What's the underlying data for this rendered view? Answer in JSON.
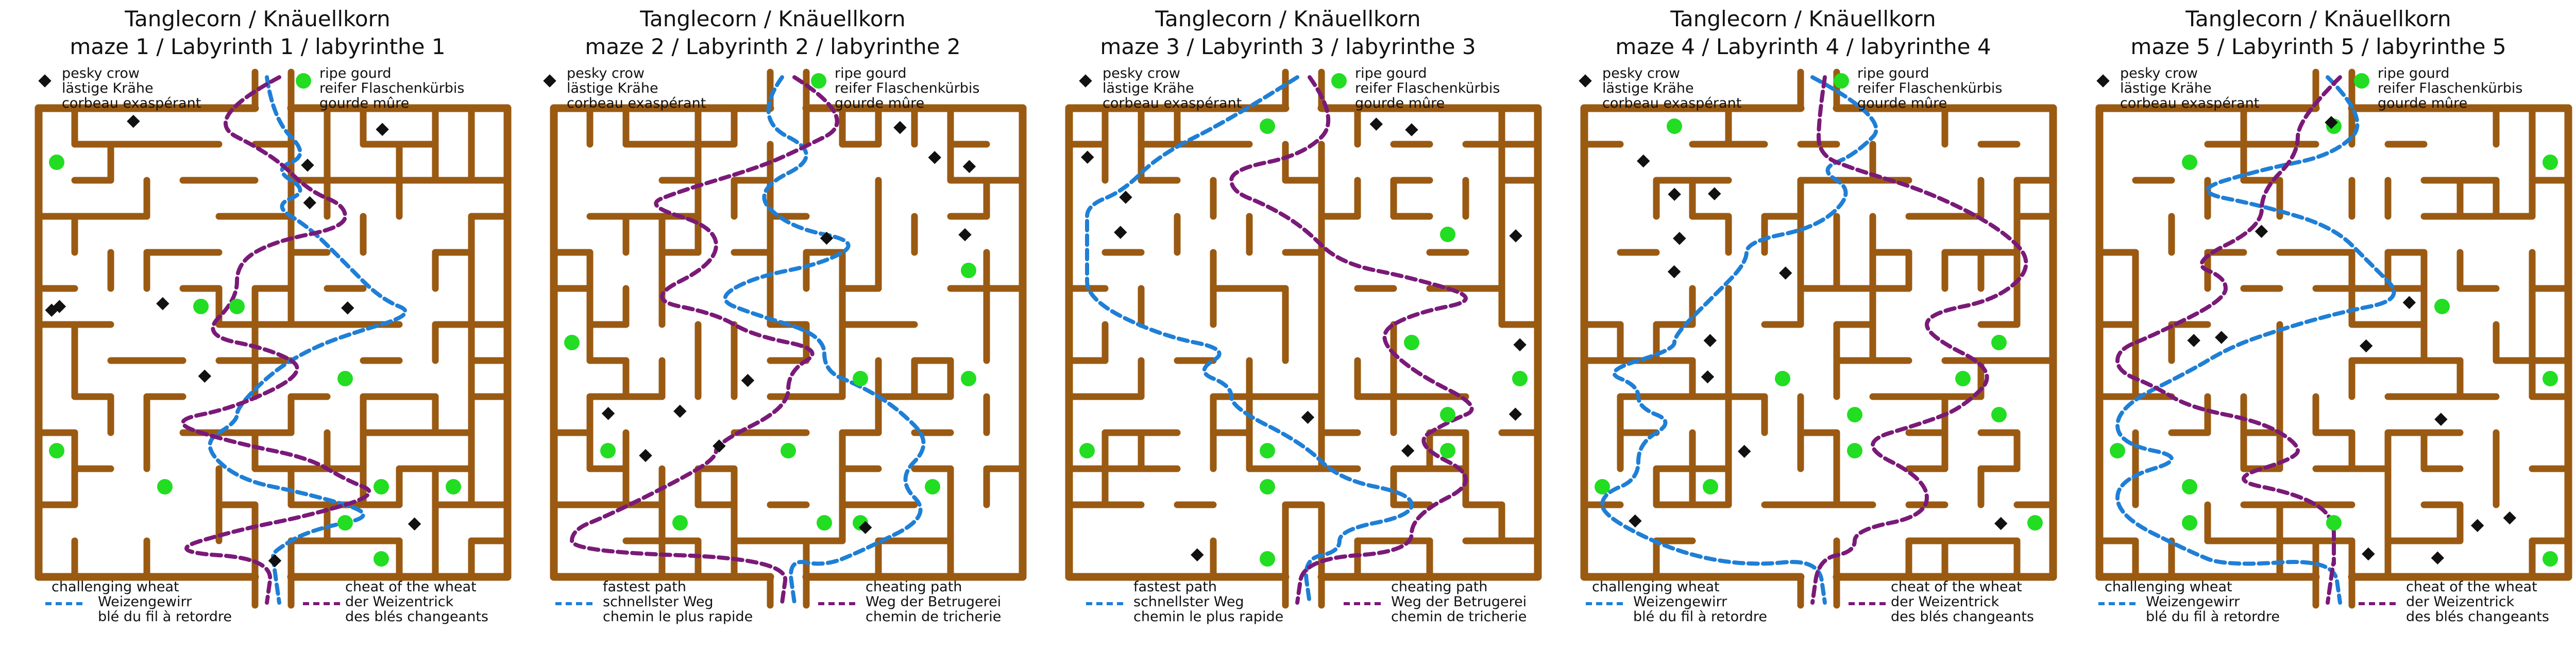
{
  "panels": [
    {
      "title_line1": "Tanglecorn / Knäuellkorn",
      "title_line2": "maze 1 / Labyrinth 1 / labyrinthe 1",
      "hazard_legend": [
        "pesky crow",
        "lästige Krähe",
        "corbeau exaspérant"
      ],
      "goal_legend": [
        "ripe gourd",
        "reifer Flaschenkürbis",
        "gourde mûre"
      ],
      "path_legend": [
        "challenging wheat",
        "Weizengewirr",
        "blé du fil à retordre"
      ],
      "cheat_legend": [
        "cheat of the wheat",
        "der Weizentrick",
        "des blés changeants"
      ]
    },
    {
      "title_line1": "Tanglecorn / Knäuellkorn",
      "title_line2": "maze 2 / Labyrinth 2 / labyrinthe 2",
      "hazard_legend": [
        "pesky crow",
        "lästige Krähe",
        "corbeau exaspérant"
      ],
      "goal_legend": [
        "ripe gourd",
        "reifer Flaschenkürbis",
        "gourde mûre"
      ],
      "path_legend": [
        "fastest path",
        "schnellster Weg",
        "chemin le plus rapide"
      ],
      "cheat_legend": [
        "cheating path",
        "Weg der Betrugerei",
        "chemin de tricherie"
      ]
    },
    {
      "title_line1": "Tanglecorn / Knäuellkorn",
      "title_line2": "maze 3 / Labyrinth 3 / labyrinthe 3",
      "hazard_legend": [
        "pesky crow",
        "lästige Krähe",
        "corbeau exaspérant"
      ],
      "goal_legend": [
        "ripe gourd",
        "reifer Flaschenkürbis",
        "gourde mûre"
      ],
      "path_legend": [
        "fastest path",
        "schnellster Weg",
        "chemin le plus rapide"
      ],
      "cheat_legend": [
        "cheating path",
        "Weg der Betrugerei",
        "chemin de tricherie"
      ]
    },
    {
      "title_line1": "Tanglecorn / Knäuellkorn",
      "title_line2": "maze 4 / Labyrinth 4 / labyrinthe 4",
      "hazard_legend": [
        "pesky crow",
        "lästige Krähe",
        "corbeau exaspérant"
      ],
      "goal_legend": [
        "ripe gourd",
        "reifer Flaschenkürbis",
        "gourde mûre"
      ],
      "path_legend": [
        "challenging wheat",
        "Weizengewirr",
        "blé du fil à retordre"
      ],
      "cheat_legend": [
        "cheat of the wheat",
        "der Weizentrick",
        "des blés changeants"
      ]
    },
    {
      "title_line1": "Tanglecorn / Knäuellkorn",
      "title_line2": "maze 5 / Labyrinth 5 / labyrinthe 5",
      "hazard_legend": [
        "pesky crow",
        "lästige Krähe",
        "corbeau exaspérant"
      ],
      "goal_legend": [
        "ripe gourd",
        "reifer Flaschenkürbis",
        "gourde mûre"
      ],
      "path_legend": [
        "challenging wheat",
        "Weizengewirr",
        "blé du fil à retordre"
      ],
      "cheat_legend": [
        "cheat of the wheat",
        "der Weizentrick",
        "des blés changeants"
      ]
    }
  ],
  "colors": {
    "wall": "#9a5a12",
    "fast_path": "#1f7fd6",
    "cheat_path": "#7a1a78",
    "gourd": "#22dd22",
    "crow": "#111111"
  },
  "icons": {
    "hazard": "black-diamond-icon",
    "goal": "green-dot-icon"
  }
}
